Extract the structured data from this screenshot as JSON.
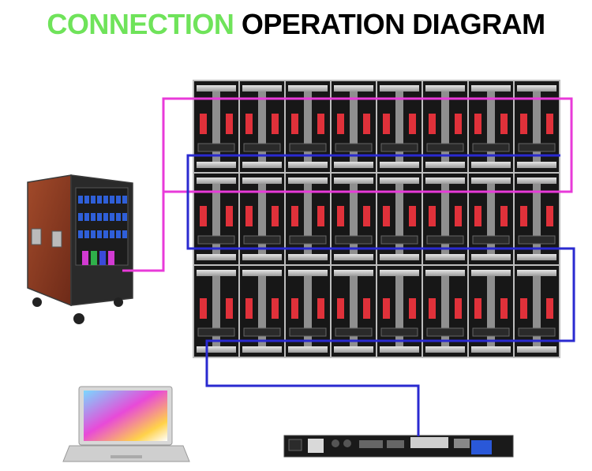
{
  "title": {
    "part1": "CONNECTION",
    "part2": "OPERATION DIAGRAM"
  },
  "colors": {
    "title_green": "#6fe35a",
    "title_black": "#000000",
    "power_line": "#e83ad9",
    "signal_line": "#2a2ad0",
    "cabinet_wood": "#8a3a22",
    "panel_dark": "#151515",
    "panel_frame": "#b9b9b9",
    "panel_accent": "#e0313a"
  },
  "wall": {
    "rows": 3,
    "cols": 8
  },
  "icons": {
    "power_distribution_box": "flight-case-power-box",
    "laptop": "laptop-icon",
    "controller": "led-sending-controller-icon"
  }
}
